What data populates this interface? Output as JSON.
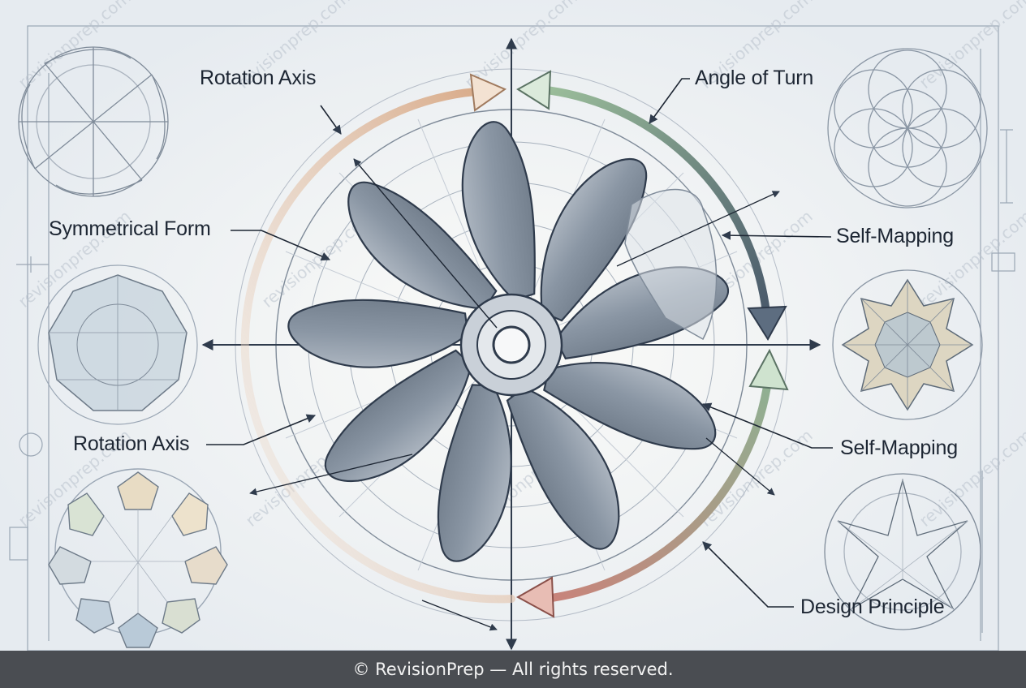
{
  "labels": {
    "rotation_axis_top": "Rotation Axis",
    "angle_of_turn": "Angle of Turn",
    "symmetrical_form": "Symmetrical Form",
    "self_mapping_upper": "Self-Mapping",
    "rotation_axis_left": "Rotation Axis",
    "self_mapping_lower": "Self-Mapping",
    "design_principle": "Design Principle"
  },
  "watermark": "revisionprep.com",
  "footer": {
    "copyright": "© RevisionPrep — All rights reserved."
  },
  "colors": {
    "background": "#eef1f4",
    "line": "#2f3b4c",
    "blade": "#7f8b99",
    "arrow_orange": "#d6a47f",
    "arrow_green": "#8fb092",
    "arrow_red": "#c9837a",
    "footer_bg": "#4a4d52"
  }
}
